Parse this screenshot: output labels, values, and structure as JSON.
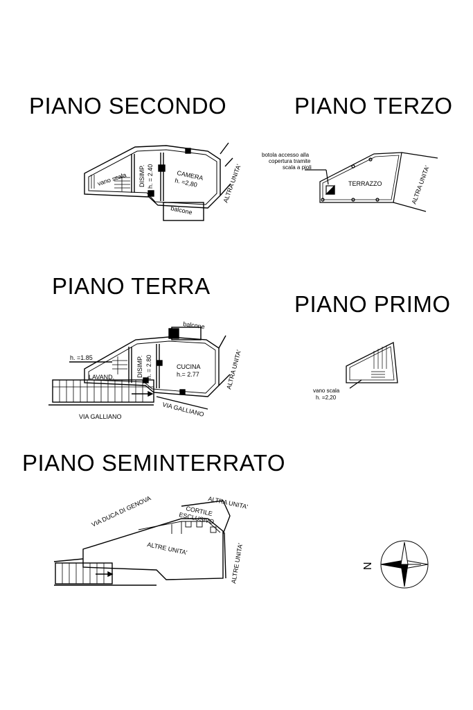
{
  "floors": {
    "secondo": {
      "title": "PIANO SECONDO",
      "vano_scala": "vano scala",
      "disimp": "DISIMP.",
      "disimp_h": "h. = 2.40",
      "camera": "CAMERA",
      "camera_h": "h. =2,80",
      "balcone": "balcone",
      "altra_unita": "ALTRA UNITA'"
    },
    "terzo": {
      "title": "PIANO TERZO",
      "note_line1": "botola accesso alla",
      "note_line2": "copertura tramite",
      "note_line3": "scala a pioli",
      "terrazzo": "TERRAZZO",
      "altra_unita": "ALTRA UNITA'"
    },
    "terra": {
      "title": "PIANO TERRA",
      "balcone": "balcone",
      "h_small": "h. =1.85",
      "lavand": "LAVAND.",
      "disimp": "DISIMP.",
      "disimp_h": "h. = 2.80",
      "cucina": "CUCINA",
      "cucina_h": "h.= 2.77",
      "altra_unita": "ALTRA UNITA'",
      "via_galliano_left": "VIA GALLIANO",
      "via_galliano_right": "VIA GALLIANO"
    },
    "primo": {
      "title": "PIANO PRIMO",
      "vano_scala": "vano scala",
      "vano_h": "h. =2,20"
    },
    "seminterrato": {
      "title": "PIANO SEMINTERRATO",
      "via_duca": "VIA DUCA DI GENOVA",
      "altra_unita_top": "ALTRA UNITA'",
      "cortile_line1": "CORTILE",
      "cortile_line2": "ESCLUSIVO",
      "altre_unita": "ALTRE UNITA'",
      "altre_unita_right": "ALTRE UNITA'"
    }
  },
  "compass": {
    "north_label": "N"
  }
}
